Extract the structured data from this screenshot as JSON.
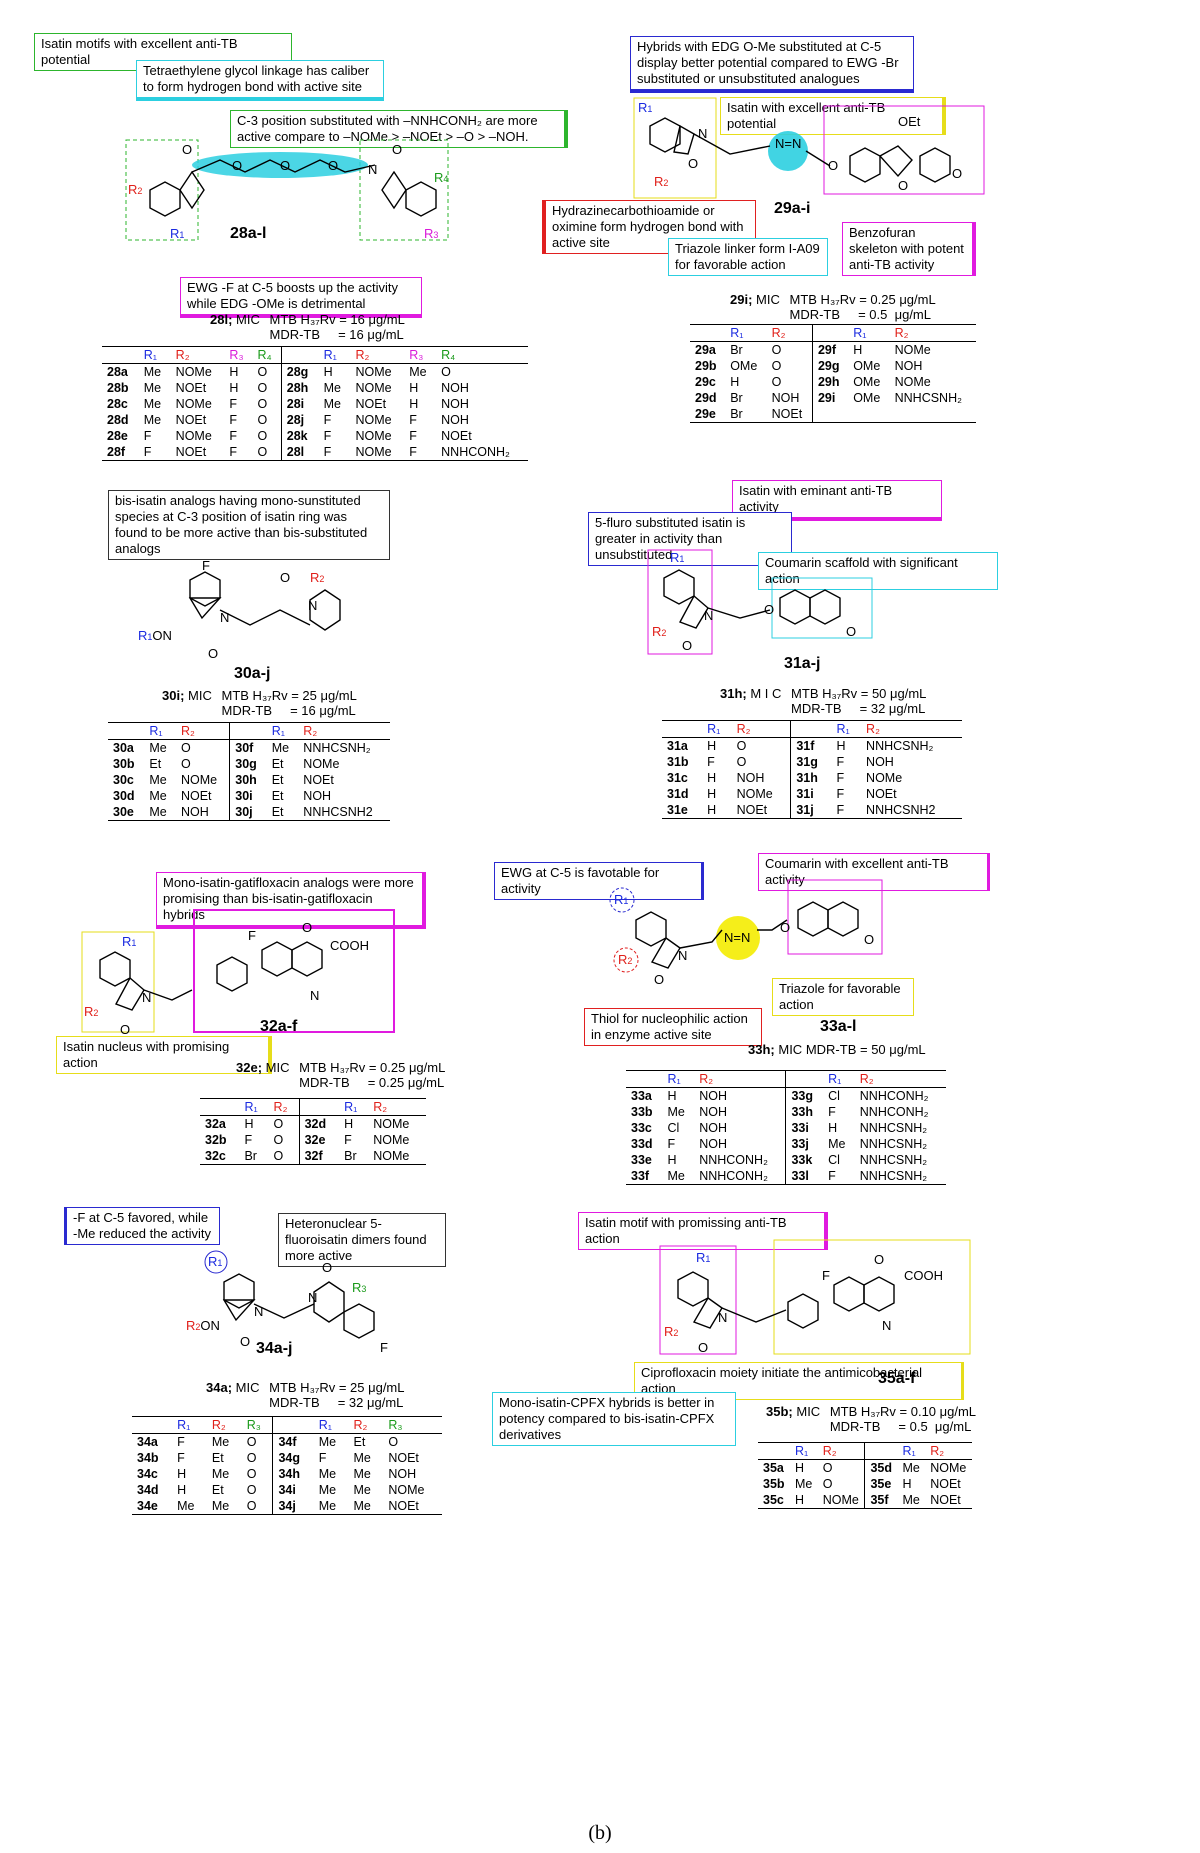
{
  "notes": {
    "n28_title": "Isatin motifs with excellent anti-TB potential",
    "n28_peg": "Tetraethylene glycol linkage has caliber to form hydrogen bond with active site",
    "n28_c3": "C-3 position substituted with –NNHCONH₂ are more active compare to –NOMe > –NOEt > –O > –NOH.",
    "n28_ewg": "EWG -F at C-5 boosts up the activity while EDG -OMe is detrimental",
    "n29_edg": "Hybrids with EDG O-Me substituted at C-5 display better potential compared to EWG -Br substituted or unsubstituted analogues",
    "n29_isatin": "Isatin with excellent anti-TB potential",
    "n29_hydraz": "Hydrazinecarbothioamide or oximine form hydrogen bond with active site",
    "n29_benzo": "Benzofuran skeleton with potent anti-TB activity",
    "n29_triazole": "Triazole linker form I-A09 for favorable action",
    "n30_bis": "bis-isatin analogs having mono-sunstituted species at C-3 position of isatin ring was found to be more active than bis-substituted analogs",
    "n31_isatin": "Isatin with eminant anti-TB activity",
    "n31_fluoro": "5-fluro substituted isatin is greater in activity than unsubstituted",
    "n31_coumarin": "Coumarin scaffold with significant action",
    "n32_mono": "Mono-isatin-gatifloxacin analogs were more promising than bis-isatin-gatifloxacin hybrids",
    "n32_nucleus": "Isatin nucleus with promising action",
    "n33_ewg": "EWG at C-5 is favotable for activity",
    "n33_coumarin": "Coumarin with excellent anti-TB activity",
    "n33_triazole": "Triazole for favorable action",
    "n33_thiol": "Thiol for nucleophilic action in enzyme active site",
    "n34_f": "-F at C-5 favored, while -Me reduced the activity",
    "n34_hetero": "Heteronuclear 5-fluoroisatin dimers found more active",
    "n35_motif": "Isatin motif with promissing anti-TB action",
    "n35_cipro": "Ciprofloxacin moiety initiate the antimicobacterial action",
    "n35_mono": "Mono-isatin-CPFX hybrids is better in potency compared to bis-isatin-CPFX derivatives"
  },
  "compounds": {
    "c28": "28a-l",
    "c29": "29a-i",
    "c30": "30a-j",
    "c31": "31a-j",
    "c32": "32a-f",
    "c33": "33a-l",
    "c34": "34a-j",
    "c35": "35a-f"
  },
  "mic": {
    "m28": {
      "cmpd": "28l;",
      "mic": "MIC",
      "l1": "MTB H₃₇Rv = 16 μg/mL",
      "l2": "MDR-TB     = 16 μg/mL"
    },
    "m29": {
      "cmpd": "29i;",
      "mic": "MIC",
      "l1": "MTB H₃₇Rv = 0.25 μg/mL",
      "l2": "MDR-TB     = 0.5  μg/mL"
    },
    "m30": {
      "cmpd": "30i;",
      "mic": "MIC",
      "l1": "MTB H₃₇Rv = 25 μg/mL",
      "l2": "MDR-TB     = 16 μg/mL"
    },
    "m31": {
      "cmpd": "31h;",
      "mic": "M I C",
      "l1": "MTB H₃₇Rv = 50 μg/mL",
      "l2": "MDR-TB     = 32 μg/mL"
    },
    "m32": {
      "cmpd": "32e;",
      "mic": "MIC",
      "l1": "MTB H₃₇Rv = 0.25 μg/mL",
      "l2": "MDR-TB     = 0.25 μg/mL"
    },
    "m33": {
      "cmpd": "33h;",
      "mic": "MIC",
      "l1": "MDR-TB = 50 μg/mL",
      "l2": ""
    },
    "m34": {
      "cmpd": "34a;",
      "mic": "MIC",
      "l1": "MTB H₃₇Rv = 25 μg/mL",
      "l2": "MDR-TB     = 32 μg/mL"
    },
    "m35": {
      "cmpd": "35b;",
      "mic": "MIC",
      "l1": "MTB H₃₇Rv = 0.10 μg/mL",
      "l2": "MDR-TB     = 0.5  μg/mL"
    }
  },
  "tables": {
    "t28": {
      "headers": [
        "",
        "R₁",
        "R₂",
        "R₃",
        "R₄",
        "",
        "R₁",
        "R₂",
        "R₃",
        "R₄"
      ],
      "rows": [
        [
          "28a",
          "Me",
          "NOMe",
          "H",
          "O",
          "28g",
          "H",
          "NOMe",
          "Me",
          "O"
        ],
        [
          "28b",
          "Me",
          "NOEt",
          "H",
          "O",
          "28h",
          "Me",
          "NOMe",
          "H",
          "NOH"
        ],
        [
          "28c",
          "Me",
          "NOMe",
          "F",
          "O",
          "28i",
          "Me",
          "NOEt",
          "H",
          "NOH"
        ],
        [
          "28d",
          "Me",
          "NOEt",
          "F",
          "O",
          "28j",
          "F",
          "NOMe",
          "F",
          "NOH"
        ],
        [
          "28e",
          "F",
          "NOMe",
          "F",
          "O",
          "28k",
          "F",
          "NOMe",
          "F",
          "NOEt"
        ],
        [
          "28f",
          "F",
          "NOEt",
          "F",
          "O",
          "28l",
          "F",
          "NOMe",
          "F",
          "NNHCONH₂"
        ]
      ]
    },
    "t29": {
      "headers": [
        "",
        "R₁",
        "R₂",
        "",
        "R₁",
        "R₂"
      ],
      "rows": [
        [
          "29a",
          "Br",
          "O",
          "29f",
          "H",
          "NOMe"
        ],
        [
          "29b",
          "OMe",
          "O",
          "29g",
          "OMe",
          "NOH"
        ],
        [
          "29c",
          "H",
          "O",
          "29h",
          "OMe",
          "NOMe"
        ],
        [
          "29d",
          "Br",
          "NOH",
          "29i",
          "OMe",
          "NNHCSNH₂"
        ],
        [
          "29e",
          "Br",
          "NOEt",
          "",
          "",
          ""
        ]
      ]
    },
    "t30": {
      "headers": [
        "",
        "R₁",
        "R₂",
        "",
        "R₁",
        "R₂"
      ],
      "rows": [
        [
          "30a",
          "Me",
          "O",
          "30f",
          "Me",
          "NNHCSNH₂"
        ],
        [
          "30b",
          "Et",
          "O",
          "30g",
          "Et",
          "NOMe"
        ],
        [
          "30c",
          "Me",
          "NOMe",
          "30h",
          "Et",
          "NOEt"
        ],
        [
          "30d",
          "Me",
          "NOEt",
          "30i",
          "Et",
          "NOH"
        ],
        [
          "30e",
          "Me",
          "NOH",
          "30j",
          "Et",
          "NNHCSNH2"
        ]
      ]
    },
    "t31": {
      "headers": [
        "",
        "R₁",
        "R₂",
        "",
        "R₁",
        "R₂"
      ],
      "rows": [
        [
          "31a",
          "H",
          "O",
          "31f",
          "H",
          "NNHCSNH₂"
        ],
        [
          "31b",
          "F",
          "O",
          "31g",
          "F",
          "NOH"
        ],
        [
          "31c",
          "H",
          "NOH",
          "31h",
          "F",
          "NOMe"
        ],
        [
          "31d",
          "H",
          "NOMe",
          "31i",
          "F",
          "NOEt"
        ],
        [
          "31e",
          "H",
          "NOEt",
          "31j",
          "F",
          "NNHCSNH2"
        ]
      ]
    },
    "t32": {
      "headers": [
        "",
        "R₁",
        "R₂",
        "",
        "R₁",
        "R₂"
      ],
      "rows": [
        [
          "32a",
          "H",
          "O",
          "32d",
          "H",
          "NOMe"
        ],
        [
          "32b",
          "F",
          "O",
          "32e",
          "F",
          "NOMe"
        ],
        [
          "32c",
          "Br",
          "O",
          "32f",
          "Br",
          "NOMe"
        ]
      ]
    },
    "t33": {
      "headers": [
        "",
        "R₁",
        "R₂",
        "",
        "R₁",
        "R₂"
      ],
      "rows": [
        [
          "33a",
          "H",
          "NOH",
          "33g",
          "Cl",
          "NNHCONH₂"
        ],
        [
          "33b",
          "Me",
          "NOH",
          "33h",
          "F",
          "NNHCONH₂"
        ],
        [
          "33c",
          "Cl",
          "NOH",
          "33i",
          "H",
          "NNHCSNH₂"
        ],
        [
          "33d",
          "F",
          "NOH",
          "33j",
          "Me",
          "NNHCSNH₂"
        ],
        [
          "33e",
          "H",
          "NNHCONH₂",
          "33k",
          "Cl",
          "NNHCSNH₂"
        ],
        [
          "33f",
          "Me",
          "NNHCONH₂",
          "33l",
          "F",
          "NNHCSNH₂"
        ]
      ]
    },
    "t34": {
      "headers": [
        "",
        "R₁",
        "R₂",
        "R₃",
        "",
        "R₁",
        "R₂",
        "R₃"
      ],
      "rows": [
        [
          "34a",
          "F",
          "Me",
          "O",
          "34f",
          "Me",
          "Et",
          "O"
        ],
        [
          "34b",
          "F",
          "Et",
          "O",
          "34g",
          "F",
          "Me",
          "NOEt"
        ],
        [
          "34c",
          "H",
          "Me",
          "O",
          "34h",
          "Me",
          "Me",
          "NOH"
        ],
        [
          "34d",
          "H",
          "Et",
          "O",
          "34i",
          "Me",
          "Me",
          "NOMe"
        ],
        [
          "34e",
          "Me",
          "Me",
          "O",
          "34j",
          "Me",
          "Me",
          "NOEt"
        ]
      ]
    },
    "t35": {
      "headers": [
        "",
        "R₁",
        "R₂",
        "",
        "R₁",
        "R₂"
      ],
      "rows": [
        [
          "35a",
          "H",
          "O",
          "35d",
          "Me",
          "NOMe"
        ],
        [
          "35b",
          "Me",
          "O",
          "35e",
          "H",
          "NOEt"
        ],
        [
          "35c",
          "H",
          "NOMe",
          "35f",
          "Me",
          "NOEt"
        ]
      ]
    }
  },
  "caption": "(b)"
}
